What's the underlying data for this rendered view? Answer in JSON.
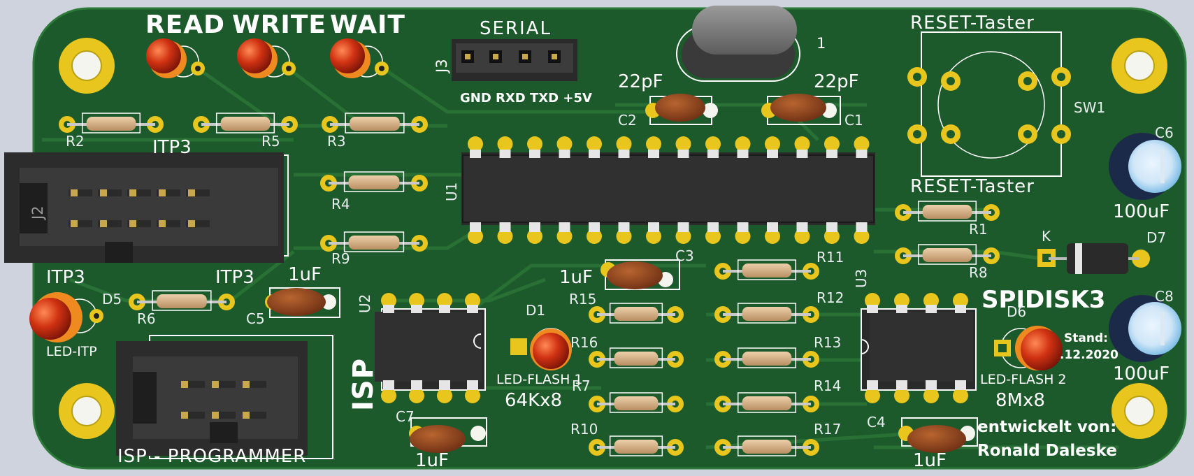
{
  "board": {
    "title": "SPIDISK3",
    "stand_label": "Stand:",
    "stand_date": ".12.2020",
    "author_line1": "entwickelt von:",
    "author_line2": "Ronald Daleske"
  },
  "leds": {
    "read": "READ",
    "write": "WRITE",
    "wait": "WAIT",
    "itp3": "ITP3",
    "led_itp": "LED-ITP",
    "flash1": "LED-FLASH 1",
    "flash1_size": "64Kx8",
    "flash2": "LED-FLASH 2",
    "flash2_size": "8Mx8",
    "d1": "D1",
    "d5": "D5",
    "d6": "D6",
    "d7": "D7",
    "k": "K"
  },
  "serial": {
    "title": "SERIAL",
    "ref": "J3",
    "pins": "GND RXD TXD +5V"
  },
  "connectors": {
    "itp3_top": "ITP3",
    "itp3_mid": "ITP3",
    "j2": "J2",
    "isp": "ISP",
    "isp_programmer": "ISP - PROGRAMMER"
  },
  "caps": {
    "c1": "C1",
    "c2": "C2",
    "c3": "C3",
    "c4": "C4",
    "c5": "C5",
    "c6": "C6",
    "c7": "C7",
    "c8": "C8",
    "pf22_left": "22pF",
    "pf22_right": "22pF",
    "uf_c3": "1uF",
    "uf_c5": "1uF",
    "uf_c7": "1uF",
    "uf_c4": "1uF",
    "uf100_c6": "100uF",
    "uf100_c8": "100uF"
  },
  "resistors": {
    "r1": "R1",
    "r2": "R2",
    "r3": "R3",
    "r4": "R4",
    "r5": "R5",
    "r6": "R6",
    "r7": "R7",
    "r8": "R8",
    "r9": "R9",
    "r10": "R10",
    "r11": "R11",
    "r12": "R12",
    "r13": "R13",
    "r14": "R14",
    "r15": "R15",
    "r16": "R16",
    "r17": "R17"
  },
  "ics": {
    "u1": "U1",
    "u2": "U2",
    "u3": "U3"
  },
  "switch": {
    "top_label": "RESET-Taster",
    "bottom_label": "RESET-Taster",
    "ref": "SW1"
  },
  "crystal": {
    "ref": "1"
  },
  "colors": {
    "pcb": "#1e5a2c",
    "copper": "#2a7a3a",
    "pad": "#d9b21a",
    "silk": "#ffffff",
    "led": "#c1280f",
    "cap_ceramic": "#8a3f1d",
    "resistor": "#d8b48c",
    "elco": "#6fb6e4",
    "ic_body": "#2d2d2d"
  }
}
